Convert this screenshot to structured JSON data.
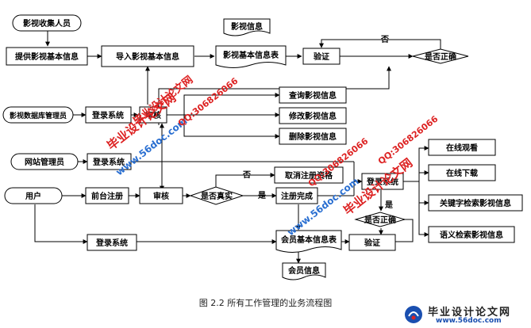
{
  "nodes": {
    "collector": "影视收集人员",
    "provide_info": "提供影视基本信息",
    "import_info": "导入影视基本信息",
    "film_info_doc": "影视信息",
    "film_info_table": "影视基本信息表",
    "verify1": "验证",
    "correct1": "是否正确",
    "db_admin": "影视数据库管理员",
    "login1": "登录系统",
    "review1": "审核",
    "query": "查询影视信息",
    "modify": "修改影视信息",
    "delete": "删除影视信息",
    "web_admin": "网站管理员",
    "login2": "登录系统",
    "user": "用户",
    "signup": "前台注册",
    "review2": "审核",
    "is_real": "是否真实",
    "cancel_reg": "取消注册资格",
    "reg_done": "注册完成",
    "login3": "登录系统",
    "login4": "登录系统",
    "correct2": "是否正确",
    "member_table": "会员基本信息表",
    "verify2": "验证",
    "member_info": "会员信息",
    "watch": "在线观看",
    "download": "在线下载",
    "keyword_search": "关键字检索影视信息",
    "semantic_search": "语义检索影视信息"
  },
  "labels": {
    "no1": "否",
    "no2": "否",
    "yes1": "是",
    "yes2": "是"
  },
  "watermarks": {
    "wm1": "毕业设计论文网",
    "wm2": "www.56doc.com",
    "wm3": "QQ:306826066",
    "wm4": "QQ:306826066",
    "wm5": "毕业设计论文网",
    "wm6": "www.56doc.com",
    "wm7": "QQ:306826066",
    "wm8": "毕业设计论文网"
  },
  "caption": "图 2.2  所有工作管理的业务流程图",
  "footer": {
    "title": "毕业设计论文网",
    "url": "www.56doc.com"
  }
}
